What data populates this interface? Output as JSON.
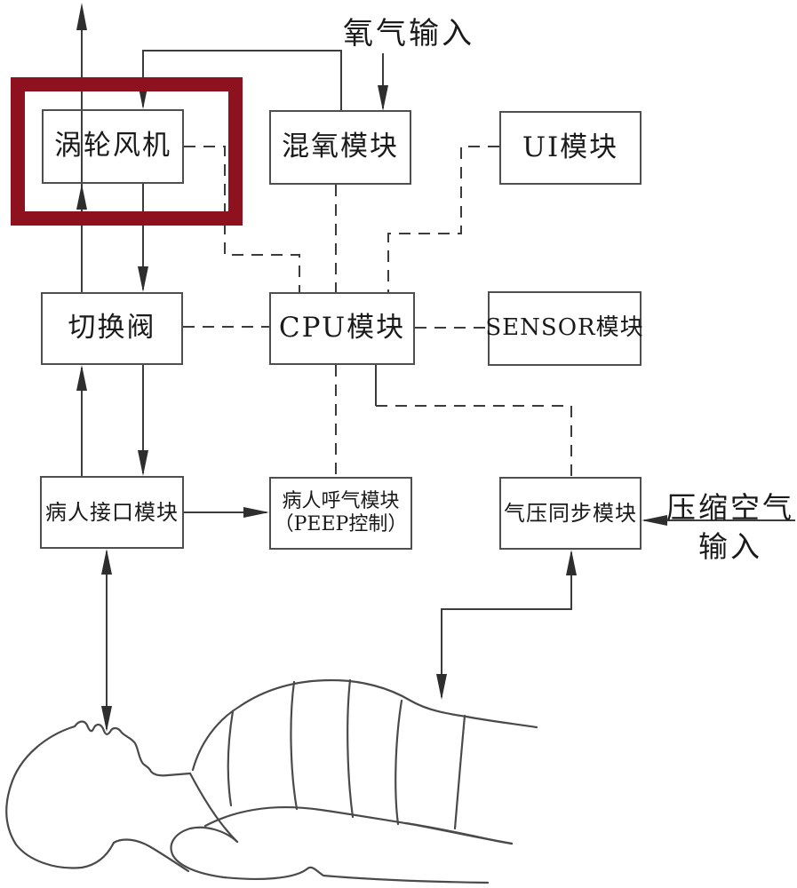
{
  "labels": {
    "oxygen_input": "氧气输入",
    "compressed_air_top": "压缩空气",
    "compressed_air_bottom": "输入"
  },
  "boxes": {
    "turbine": {
      "label": "涡轮风机",
      "highlighted": true
    },
    "mixer": {
      "label": "混氧模块"
    },
    "ui": {
      "label": "UI模块"
    },
    "valve": {
      "label": "切换阀"
    },
    "cpu": {
      "label": "CPU模块"
    },
    "sensor": {
      "label": "SENSOR模块"
    },
    "patient_interface": {
      "label": "病人接口模块"
    },
    "exhale": {
      "label": "病人呼气模块",
      "label2": "（PEEP控制）"
    },
    "pressure_sync": {
      "label": "气压同步模块"
    }
  },
  "colors": {
    "highlight": "#8e1120",
    "line": "#3c3c3c",
    "box_border": "#4f4f4f",
    "text": "#1a1a1a",
    "background": "#ffffff"
  }
}
